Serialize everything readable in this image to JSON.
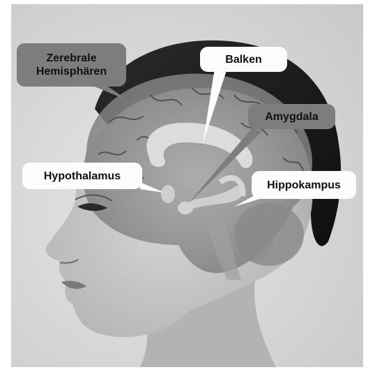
{
  "labels": {
    "cerebral_line1": "Zerebrale",
    "cerebral_line2": "Hemisphären",
    "corpus_callosum": "Balken",
    "amygdala": "Amygdala",
    "hypothalamus": "Hypothalamus",
    "hippocampus": "Hippokampus"
  },
  "colors": {
    "dark_label": "#7d7d7d",
    "light_label": "#fcfcfc",
    "background": "#d9d9d9"
  }
}
